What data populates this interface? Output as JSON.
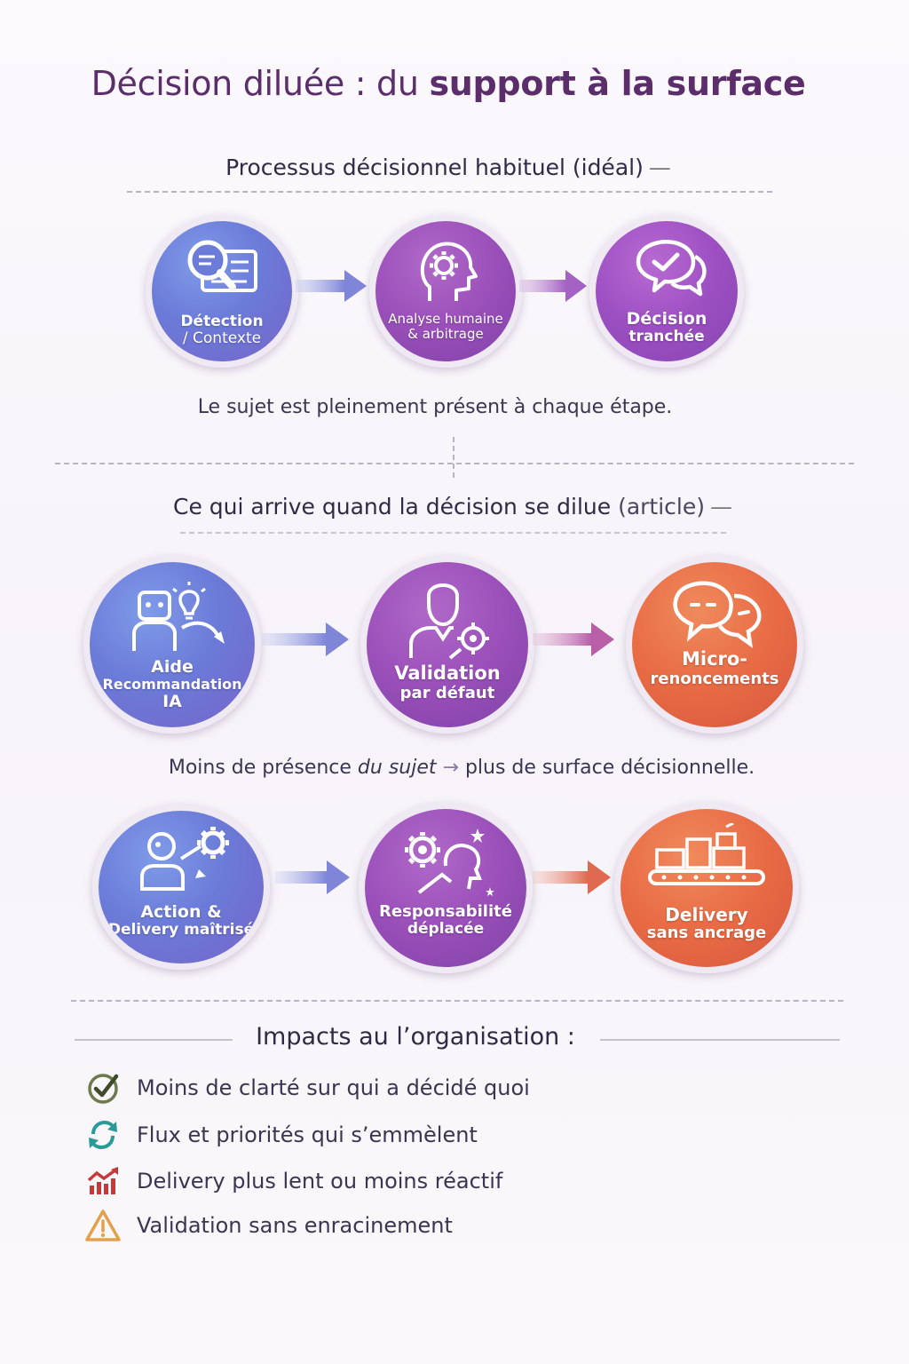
{
  "title": {
    "prefix": "Décision diluée : du ",
    "bold": "support à la surface"
  },
  "section1": {
    "title": "Processus décisionnel habituel (idéal)",
    "dash": "—",
    "steps": [
      {
        "line1": "Détection",
        "line2": "/ Contexte",
        "icon": "search-document-icon",
        "color": "#6f7fdc"
      },
      {
        "line1": "Analyse humaine",
        "line2": "& arbitrage",
        "icon": "head-gear-icon",
        "color": "#9a4fb9"
      },
      {
        "line1": "Décision",
        "line2": "tranchée",
        "icon": "chat-check-icon",
        "color": "#9c4fc1"
      }
    ],
    "caption": "Le sujet est pleinement présent à chaque étape."
  },
  "section2": {
    "title_strong": "Ce qui arrive quand la décision se dilue",
    "title_light": "(article)",
    "dash": "—",
    "row1": [
      {
        "line1": "Aide",
        "line2": "Recommandation",
        "line3": "IA",
        "icon": "robot-bulb-icon",
        "color": "#6f7fdc"
      },
      {
        "line1": "Validation",
        "line2": "par défaut",
        "icon": "person-stamp-icon",
        "color": "#9a4fb9"
      },
      {
        "line1": "Micro-",
        "line2": "renoncements",
        "icon": "speech-bubbles-icon",
        "color": "#e86b45"
      }
    ],
    "caption_pre": "Moins de présence ",
    "caption_italic": "du sujet",
    "caption_arrow": "→",
    "caption_post": " plus de surface décisionnelle.",
    "row2": [
      {
        "line1": "Action &",
        "line2": "Delivery maîtrisé",
        "icon": "person-gear-icon",
        "color": "#6f7fdc"
      },
      {
        "line1": "Responsabilité",
        "line2": "déplacée",
        "icon": "gear-head-icon",
        "color": "#9a4fb9"
      },
      {
        "line1": "Delivery",
        "line2": "sans ancrage",
        "icon": "conveyor-boxes-icon",
        "color": "#e86b45"
      }
    ]
  },
  "impacts": {
    "title": "Impacts au l’organisation :",
    "items": [
      {
        "text": "Moins de clarté sur qui a décidé quoi",
        "icon": "check-circle-icon",
        "color": "#6d7a4a"
      },
      {
        "text": "Flux et priorités qui s’emmèlent",
        "icon": "refresh-arrows-icon",
        "color": "#2a9a97"
      },
      {
        "text": "Delivery plus lent ou moins réactif",
        "icon": "chart-down-icon",
        "color": "#c23a3a"
      },
      {
        "text": "Validation sans enracinement",
        "icon": "warning-triangle-icon",
        "color": "#e3a04a"
      }
    ]
  }
}
